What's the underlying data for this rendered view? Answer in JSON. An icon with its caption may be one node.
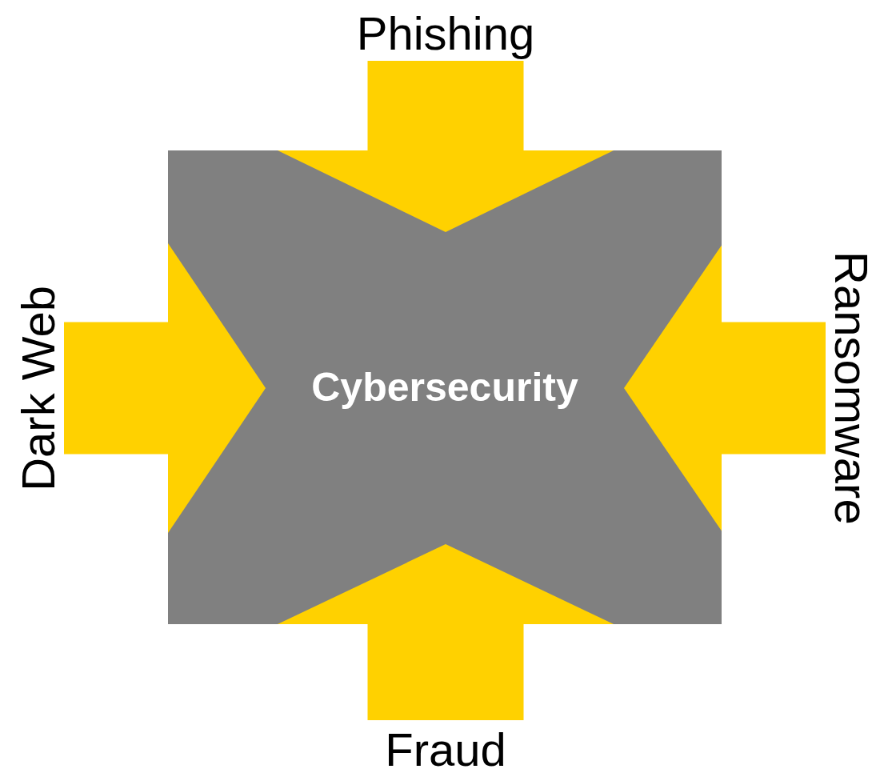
{
  "diagram": {
    "nodes": [
      {
        "text": [
          "Cybersecurity"
        ]
      },
      {
        "text": [
          "Phishing"
        ]
      },
      {
        "text": [
          "Ransomware"
        ]
      },
      {
        "text": [
          "Fraud"
        ]
      },
      {
        "text": [
          "Dark Web"
        ]
      }
    ],
    "edges": [
      {
        "from": 1,
        "to": 0,
        "arrow": "to"
      },
      {
        "from": 2,
        "to": 0,
        "arrow": "to"
      },
      {
        "from": 3,
        "to": 0,
        "arrow": "to"
      },
      {
        "from": 4,
        "to": 0,
        "arrow": "to"
      }
    ]
  }
}
